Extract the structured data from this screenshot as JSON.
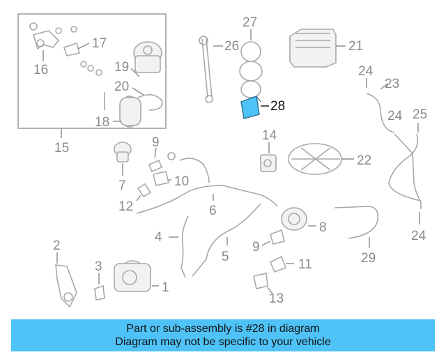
{
  "diagram": {
    "highlight_color": "#4fc3f7",
    "callouts": {
      "c1": "1",
      "c2": "2",
      "c3": "3",
      "c4": "4",
      "c5": "5",
      "c6": "6",
      "c7": "7",
      "c8": "8",
      "c9a": "9",
      "c9b": "9",
      "c10": "10",
      "c11": "11",
      "c12": "12",
      "c13": "13",
      "c14": "14",
      "c15": "15",
      "c16": "16",
      "c17": "17",
      "c18": "18",
      "c19": "19",
      "c20": "20",
      "c21": "21",
      "c22": "22",
      "c23": "23",
      "c24a": "24",
      "c24b": "24",
      "c24c": "24",
      "c25": "25",
      "c26": "26",
      "c27": "27",
      "c28": "28",
      "c29": "29"
    }
  },
  "banner": {
    "line1": "Part or sub-assembly is #28 in diagram",
    "line2": "Diagram may not be specific to your vehicle",
    "color": "#4fc3f7"
  }
}
